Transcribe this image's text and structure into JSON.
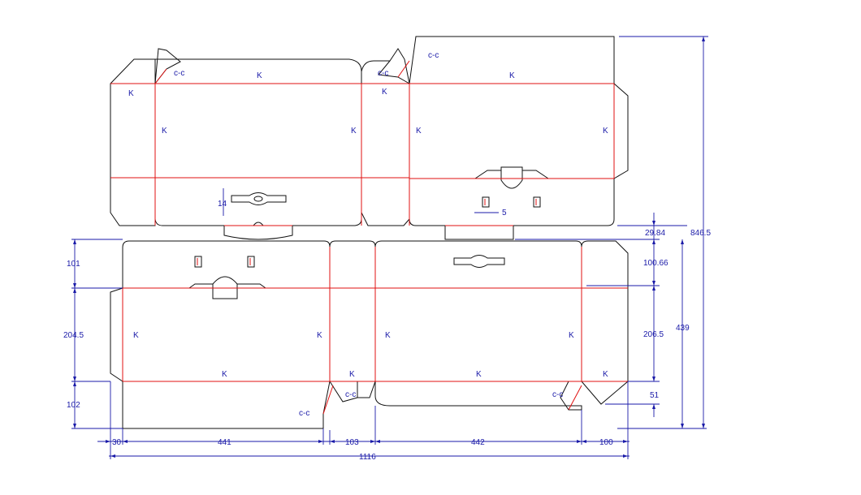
{
  "colors": {
    "cut_line": "#111111",
    "crease_line": "#e01010",
    "dimension": "#1a1aa8",
    "background": "#ffffff"
  },
  "labels": {
    "crease_mark": "K",
    "cross_crease": "c-c"
  },
  "dimensions": {
    "glue_flap": "30",
    "panel_a": "441",
    "panel_b": "103",
    "panel_c": "442",
    "panel_d": "100",
    "total_width": "1116",
    "top_flap_left": "101",
    "body_left": "204.5",
    "bottom_flap_left": "102",
    "top_offset": "29.84",
    "top_flap_right": "100.66",
    "body_right": "206.5",
    "bottom_flap_right": "51",
    "lower_height": "439",
    "total_height": "846.5",
    "hanger_slot": "14",
    "slot_gap": "5"
  }
}
